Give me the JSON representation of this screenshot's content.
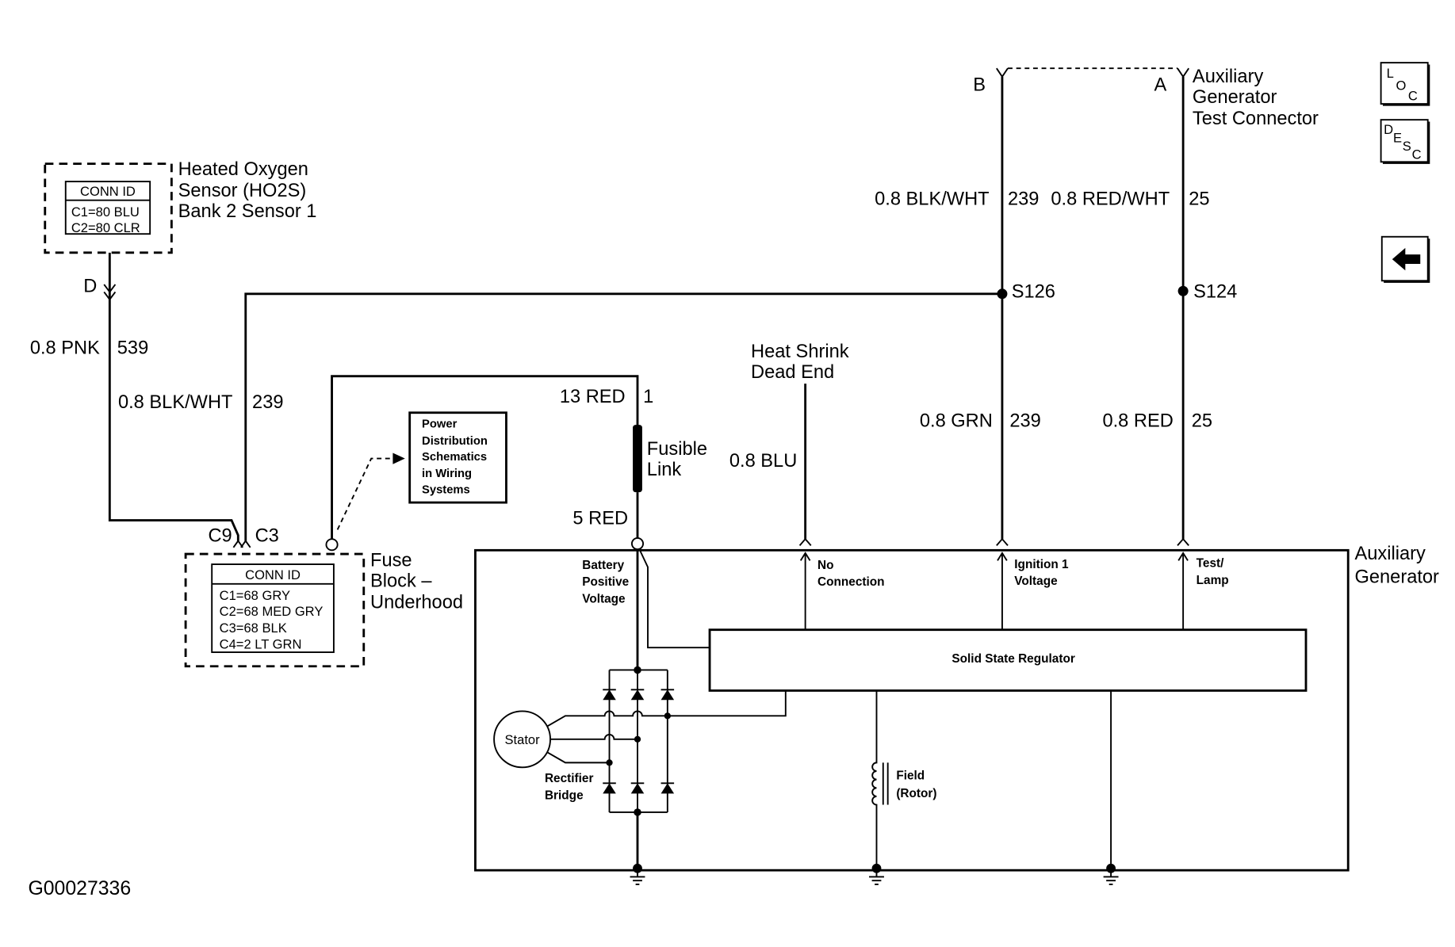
{
  "diagram_id": "G00027336",
  "colors": {
    "ink": "#000000",
    "background": "#ffffff"
  },
  "icons": {
    "loc": "loc-icon",
    "desc": "desc-icon",
    "back": "back-arrow-icon"
  },
  "nav_buttons": {
    "loc": {
      "letters": [
        "L",
        "O",
        "C"
      ]
    },
    "desc": {
      "letters": [
        "D",
        "E",
        "S",
        "C"
      ]
    }
  },
  "ho2s": {
    "label": [
      "Heated Oxygen",
      "Sensor (HO2S)",
      "Bank 2 Sensor 1"
    ],
    "conn_id": {
      "header": "CONN ID",
      "rows": [
        "C1=80 BLU",
        "C2=80 CLR"
      ]
    },
    "connector": "D"
  },
  "fuse_block": {
    "label": [
      "Fuse",
      "Block –",
      "Underhood"
    ],
    "conn_id": {
      "header": "CONN ID",
      "rows": [
        "C1=68 GRY",
        "C2=68 MED GRY",
        "C3=68 BLK",
        "C4=2 LT GRN"
      ]
    },
    "connectors": [
      "C9",
      "C3"
    ]
  },
  "power_distribution_ref": [
    "Power",
    "Distribution",
    "Schematics",
    "in Wiring",
    "Systems"
  ],
  "test_connector": {
    "label": [
      "Auxiliary",
      "Generator",
      "Test Connector"
    ],
    "pins": [
      "B",
      "A"
    ]
  },
  "wires": {
    "ho2s_signal": {
      "gauge_color": "0.8 PNK",
      "circuit": "539"
    },
    "fuse_to_s126": {
      "gauge_color": "0.8 BLK/WHT",
      "circuit": "239"
    },
    "battery_feed": {
      "gauge_color": "13 RED",
      "circuit": "1"
    },
    "battery_link": {
      "gauge_color": "5 RED"
    },
    "no_connection": {
      "gauge_color": "0.8 BLU"
    },
    "test_conn_b": {
      "gauge_color": "0.8 BLK/WHT",
      "circuit": "239"
    },
    "test_conn_a": {
      "gauge_color": "0.8 RED/WHT",
      "circuit": "25"
    },
    "ignition": {
      "gauge_color": "0.8 GRN",
      "circuit": "239"
    },
    "test_lamp": {
      "gauge_color": "0.8 RED",
      "circuit": "25"
    }
  },
  "fusible_link": [
    "Fusible",
    "Link"
  ],
  "heat_shrink": [
    "Heat Shrink",
    "Dead End"
  ],
  "splices": [
    "S126",
    "S124"
  ],
  "generator": {
    "label": [
      "Auxiliary",
      "Generator"
    ],
    "terminals": {
      "battery": [
        "Battery",
        "Positive",
        "Voltage"
      ],
      "no_connection": [
        "No",
        "Connection"
      ],
      "ignition": [
        "Ignition 1",
        "Voltage"
      ],
      "test_lamp": [
        "Test/",
        "Lamp"
      ]
    },
    "regulator": "Solid State Regulator",
    "stator": "Stator",
    "rectifier": [
      "Rectifier",
      "Bridge"
    ],
    "field": [
      "Field",
      "(Rotor)"
    ]
  }
}
